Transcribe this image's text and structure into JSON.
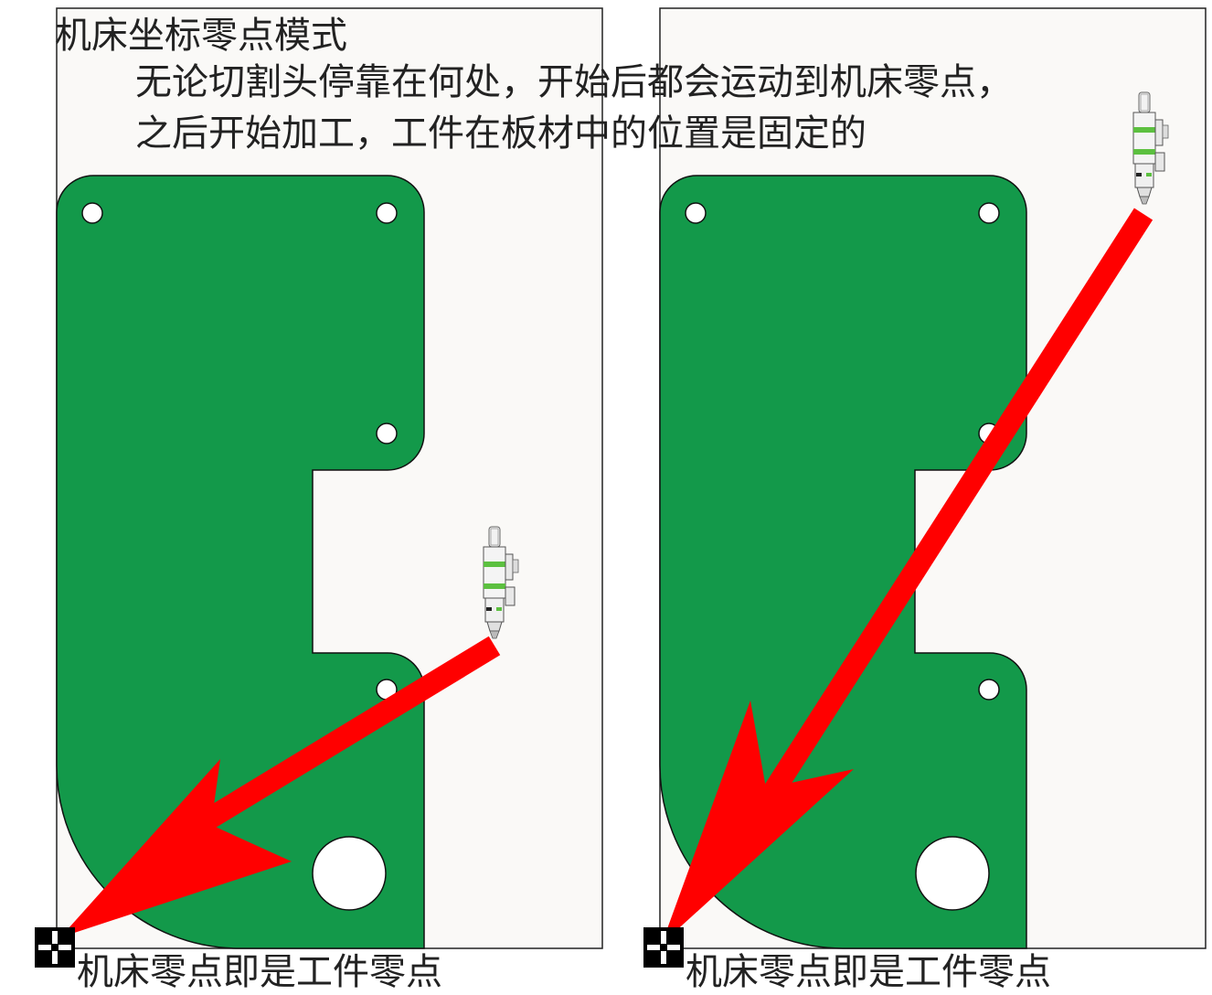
{
  "title": "机床坐标零点模式",
  "description": {
    "line1": "无论切割头停靠在何处，开始后都会运动到机床零点，",
    "line2": "之后开始加工，工件在板材中的位置是固定的"
  },
  "captions": {
    "left": "机床零点即是工件零点",
    "right": "机床零点即是工件零点"
  },
  "colors": {
    "part": "#13994a",
    "arrow": "#ff0000",
    "sheet": "#faf9f7",
    "origin_marker": "#000000"
  },
  "icons": [
    "laser-head-icon",
    "origin-marker-icon",
    "arrow-icon"
  ]
}
